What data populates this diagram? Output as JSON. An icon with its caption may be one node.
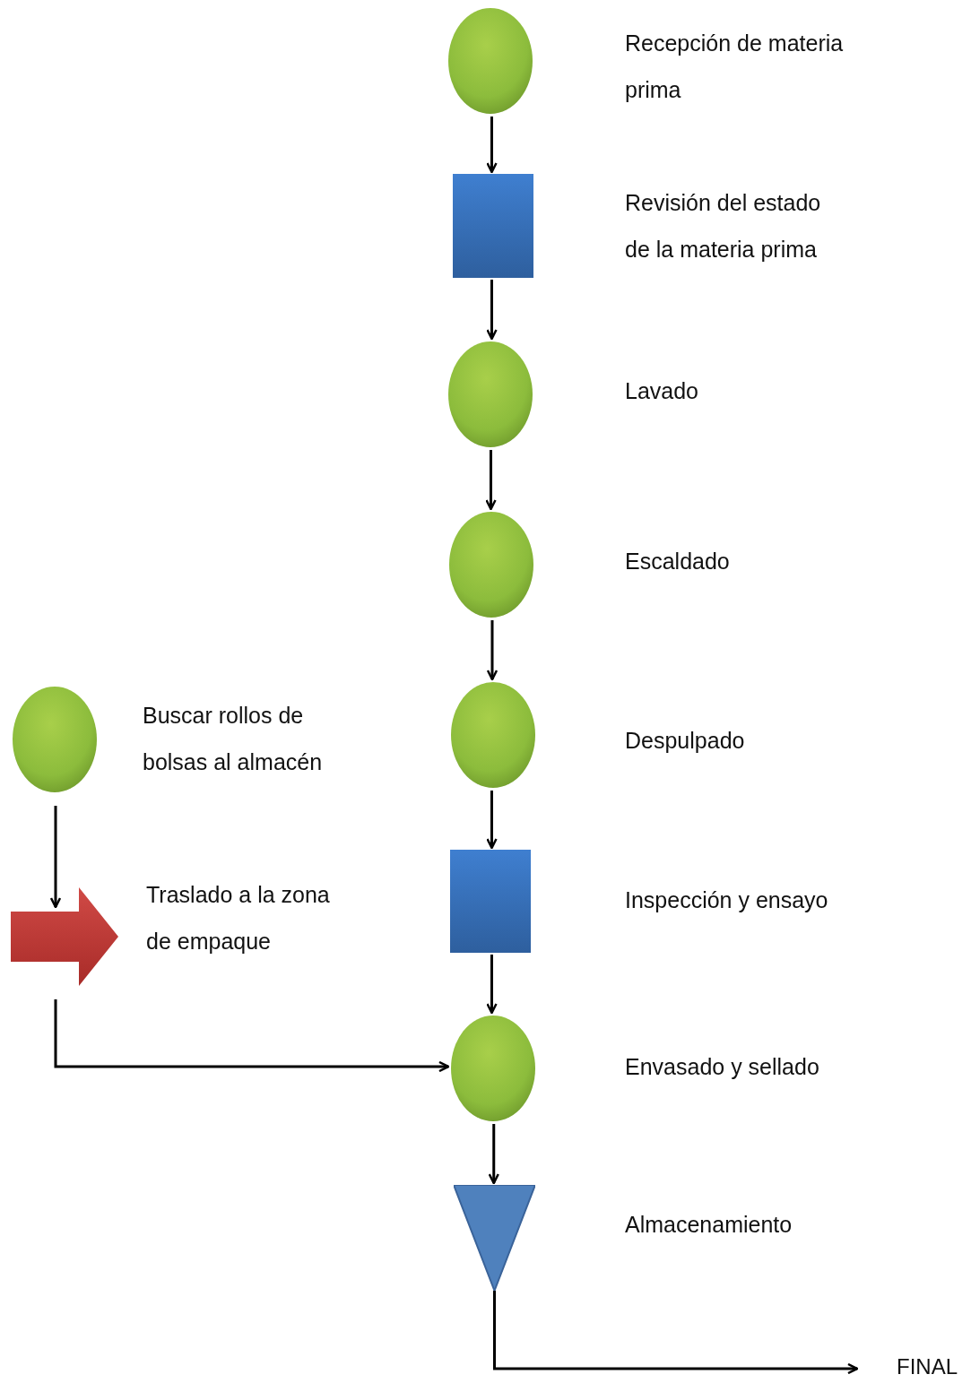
{
  "diagram": {
    "nodes": [
      {
        "text": [],
        "shape": "circle"
      },
      {
        "text": [],
        "shape": "box"
      },
      {
        "text": [],
        "shape": "circle"
      },
      {
        "text": [],
        "shape": "circle"
      },
      {
        "text": [],
        "shape": "circle"
      },
      {
        "text": [],
        "shape": "box"
      },
      {
        "text": [],
        "shape": "circle"
      },
      {
        "text": [],
        "shape": "triangle",
        "beside": [
          "Almacenamiento"
        ]
      },
      {
        "text": [
          "FINAL"
        ]
      },
      {
        "text": [],
        "shape": "circle",
        "beside": [
          "Buscar rollos de bolsas al almacén"
        ]
      },
      {
        "text": [],
        "shape": "arrow",
        "beside": [
          "Traslado a la zona de empaque"
        ]
      }
    ],
    "edges": [
      {
        "from": 0,
        "to": 1,
        "arrow": "to"
      },
      {
        "from": 1,
        "to": 2,
        "arrow": "to"
      },
      {
        "from": 2,
        "to": 3,
        "arrow": "to"
      },
      {
        "from": 3,
        "to": 4,
        "arrow": "to"
      },
      {
        "from": 4,
        "to": 5,
        "arrow": "to"
      },
      {
        "from": 5,
        "to": 6,
        "arrow": "to"
      },
      {
        "from": 6,
        "to": 7,
        "arrow": "to"
      },
      {
        "from": 7,
        "to": 8,
        "arrow": "to"
      },
      {
        "from": 9,
        "to": 10,
        "arrow": "to"
      },
      {
        "from": 10,
        "to": 6,
        "arrow": "to"
      }
    ],
    "labels": [
      "Recepción de materia prima",
      "Revisión del estado de la materia prima",
      "Lavado",
      "Escaldado",
      "Despulpado",
      "Inspección y ensayo",
      "Envasado y sellado"
    ]
  }
}
